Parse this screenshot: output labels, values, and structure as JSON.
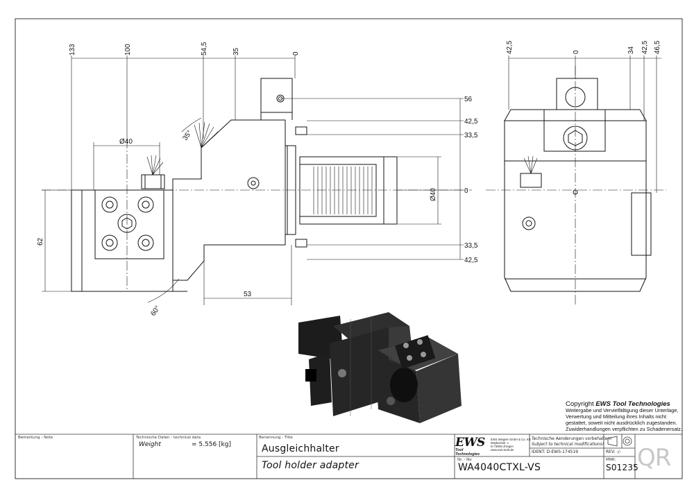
{
  "dimensions": {
    "front_top": [
      "133",
      "100",
      "54,5",
      "35",
      "0"
    ],
    "front_right": [
      "56",
      "42,5",
      "33,5",
      "0",
      "33,5",
      "42,5"
    ],
    "front_left": "62",
    "front_bottom": "53",
    "diameter_left": "Ø40",
    "diameter_right": "Ø40",
    "angle_top": "35°",
    "angle_bottom": "60°",
    "side_top": [
      "42,5",
      "0",
      "34",
      "42,5",
      "46,5"
    ]
  },
  "copyright": {
    "heading_prefix": "Copyright ",
    "heading_brand": "EWS Tool Technologies",
    "lines": [
      "Weitergabe und Vervielfältigung dieser Unterlage,",
      "Verwertung und Mitteilung ihres Inhalts nicht",
      "gestattet, soweit nicht ausdrücklich zugestanden.",
      "Zuwiderhandlungen verpflichten zu Schadenersatz."
    ]
  },
  "title_block": {
    "note_label": "Bemerkung - Note",
    "tech_label": "Technische Daten - technical data",
    "weight_label": "Weight",
    "weight_value": "= 5.556 [kg]",
    "title_label": "Benennung - Title",
    "title_de": "Ausgleichhalter",
    "title_en": "Tool holder adapter",
    "nr_label": "Nr. - No",
    "part_number": "WA4040CTXL-VS",
    "logo_text": "EWS",
    "logo_sub": "Tool Technologies",
    "address": [
      "EWS Weigele GmbH & Co. KG",
      "Maybachstr. 1",
      "D-73066 Uhingen",
      "www.ews-tools.de"
    ],
    "notice_de": "Technische Aenderungen vorbehalten!",
    "notice_en": "Subject to technical modifications!",
    "ident": "IDENT: D-EWS-174519",
    "rev": "REV: -/-",
    "mnr_label": "MNR:",
    "mnr_value": "S01235",
    "qr": "QR"
  }
}
